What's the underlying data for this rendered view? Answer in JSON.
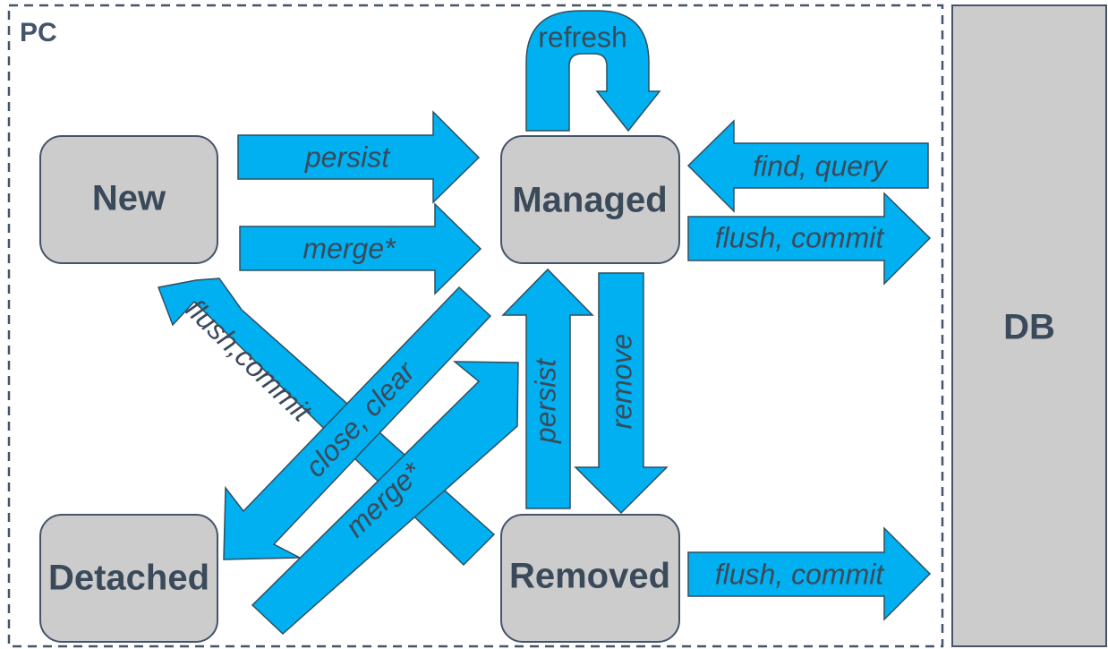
{
  "container": {
    "label": "PC"
  },
  "states": {
    "new": "New",
    "managed": "Managed",
    "detached": "Detached",
    "removed": "Removed",
    "db": "DB"
  },
  "transitions": {
    "new_to_managed_persist": "persist",
    "new_to_managed_merge": "merge*",
    "managed_refresh": "refresh",
    "db_to_managed": "find, query",
    "managed_to_db": "flush, commit",
    "removed_to_db": "flush, commit",
    "removed_to_new": "flush,commit",
    "managed_to_detached": "close, clear",
    "detached_to_managed": "merge*",
    "removed_to_managed": "persist",
    "managed_to_removed": "remove"
  },
  "colors": {
    "arrow_fill": "#00b0f0",
    "state_fill": "#cccccc",
    "text": "#3b4a5a",
    "border": "#44546a"
  }
}
